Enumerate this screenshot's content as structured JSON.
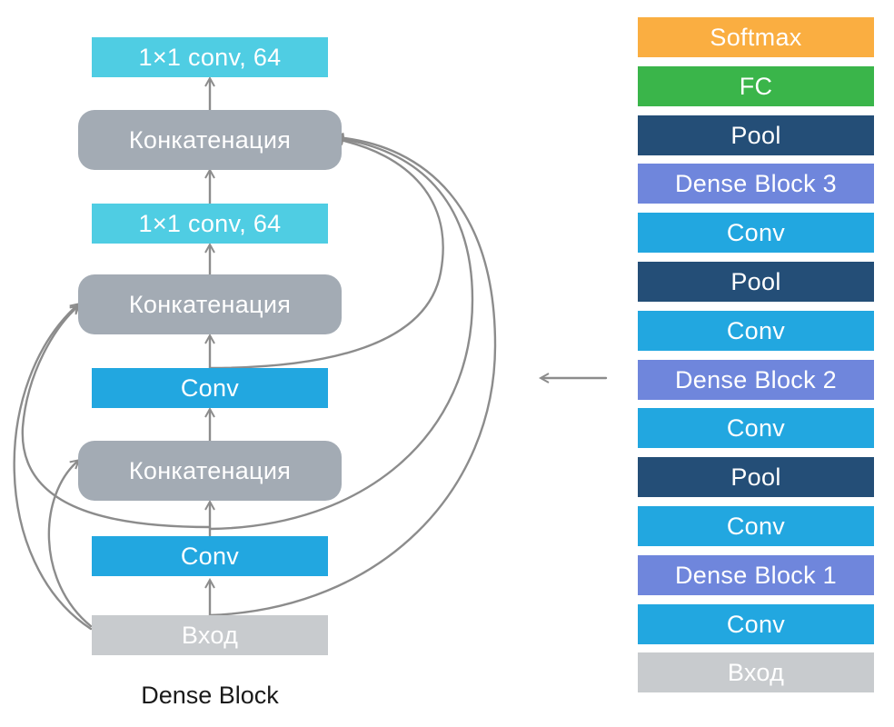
{
  "dense_block": {
    "caption": "Dense Block",
    "nodes": [
      {
        "label": "1×1 conv, 64",
        "color": "#4fcde3"
      },
      {
        "label": "Конкатенация",
        "color": "#a3abb4"
      },
      {
        "label": "1×1 conv, 64",
        "color": "#4fcde3"
      },
      {
        "label": "Конкатенация",
        "color": "#a3abb4"
      },
      {
        "label": "Conv",
        "color": "#22a7e0"
      },
      {
        "label": "Конкатенация",
        "color": "#a3abb4"
      },
      {
        "label": "Conv",
        "color": "#22a7e0"
      },
      {
        "label": "Вход",
        "color": "#c8cbce"
      }
    ]
  },
  "network_stack": {
    "layers": [
      {
        "label": "Softmax",
        "color": "#faae41"
      },
      {
        "label": "FC",
        "color": "#3ab54a"
      },
      {
        "label": "Pool",
        "color": "#244e77"
      },
      {
        "label": "Dense Block 3",
        "color": "#6f86dc"
      },
      {
        "label": "Conv",
        "color": "#22a7e0"
      },
      {
        "label": "Pool",
        "color": "#244e77"
      },
      {
        "label": "Conv",
        "color": "#22a7e0"
      },
      {
        "label": "Dense Block 2",
        "color": "#6f86dc"
      },
      {
        "label": "Conv",
        "color": "#22a7e0"
      },
      {
        "label": "Pool",
        "color": "#244e77"
      },
      {
        "label": "Conv",
        "color": "#22a7e0"
      },
      {
        "label": "Dense Block 1",
        "color": "#6f86dc"
      },
      {
        "label": "Conv",
        "color": "#22a7e0"
      },
      {
        "label": "Вход",
        "color": "#c8cbce"
      }
    ]
  },
  "colors": {
    "arrow": "#8c8c8c"
  }
}
